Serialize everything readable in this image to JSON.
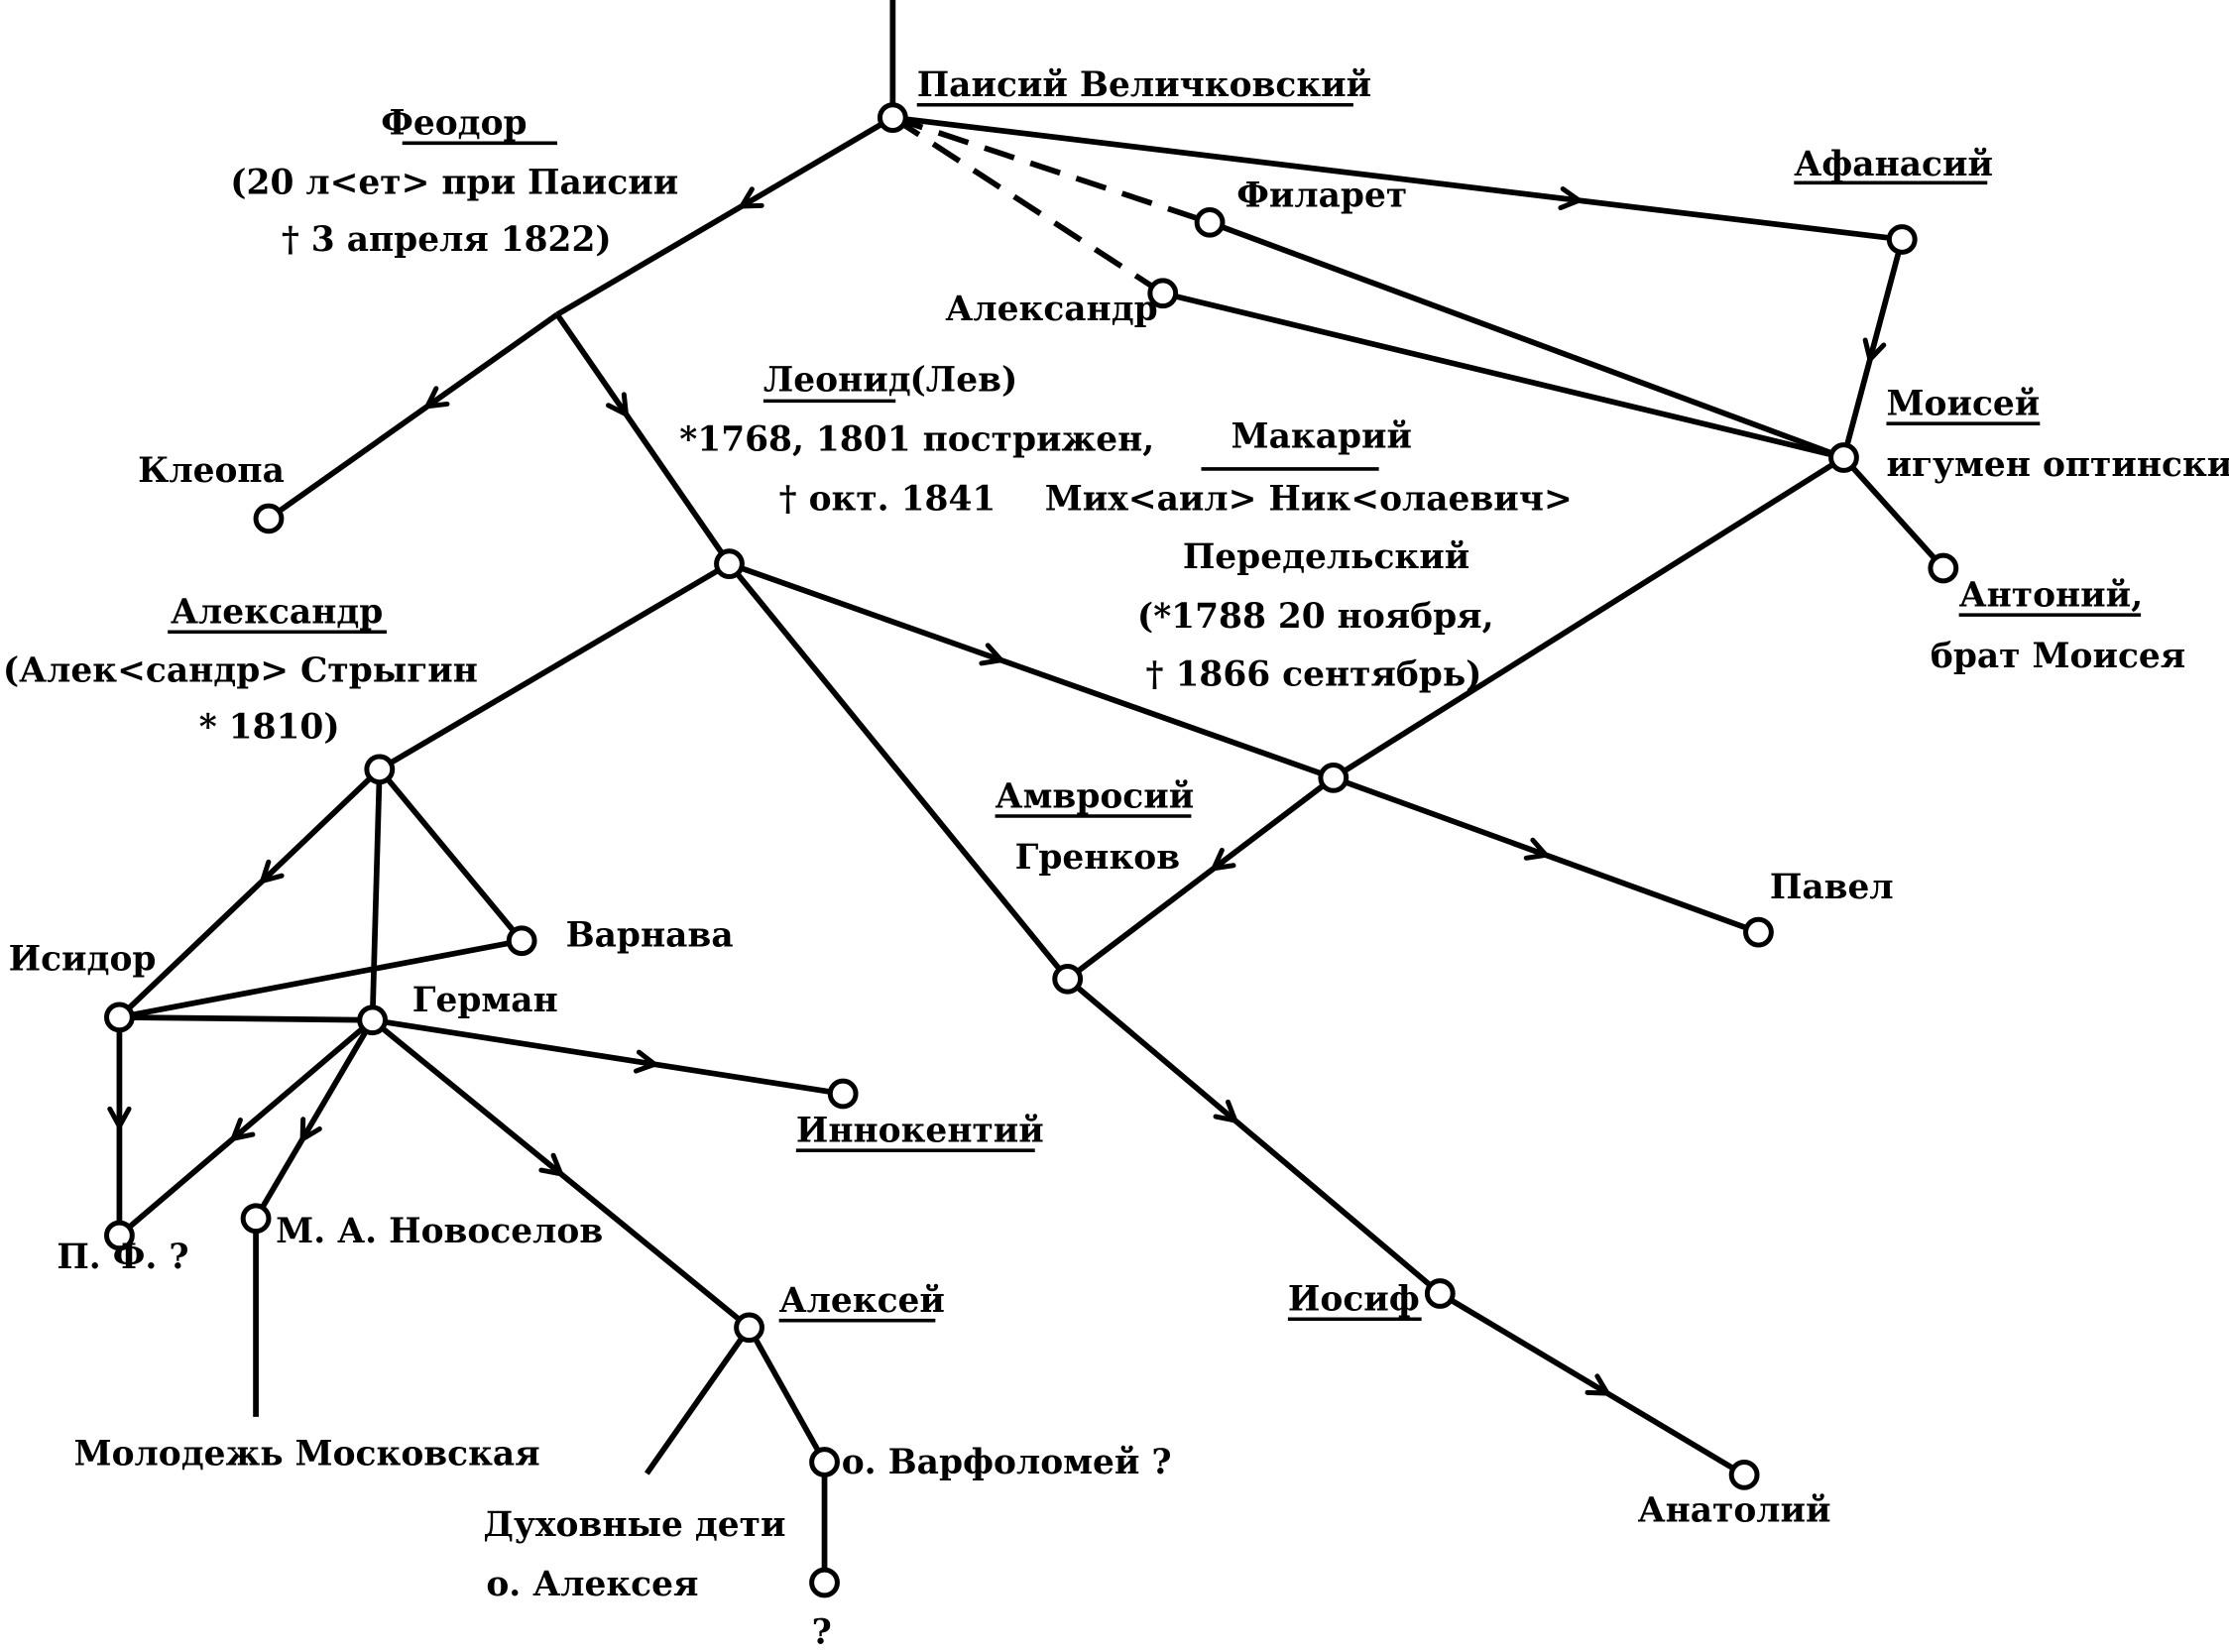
{
  "diagram": {
    "title": "Преемство старцев (схема)",
    "labels": {
      "paisiy": "Паисий Величковский",
      "feodor": "Феодор",
      "feodor_note1": "(20 л<ет> при Паисии",
      "feodor_note2": "† 3 апреля 1822)",
      "filaret": "Филарет",
      "afanasiy": "Афанасий",
      "aleksandr_top": "Александр",
      "kleopa": "Клеопа",
      "leonid": "Леонид",
      "leonid_alt": "(Лев)",
      "leonid_note1": "*1768, 1801 пострижен,",
      "leonid_note2": "† окт. 1841",
      "makariy": "Макарий",
      "makariy_note1": "Мих<аил> Ник<олаевич>",
      "makariy_note2": "Передельский",
      "makariy_note3": "(*1788 20 ноября,",
      "makariy_note4": "† 1866 сентябрь)",
      "moisey": "Моисей",
      "moisey_note": "игумен оптинский",
      "antoniy": "Антоний,",
      "antoniy_note": "брат Моисея",
      "aleksandr": "Александр",
      "aleksandr_note1": "(Алек<сандр> Стрыгин",
      "aleksandr_note2": "* 1810)",
      "amvrosiy": "Амвросий",
      "amvrosiy_note": "Гренков",
      "pavel": "Павел",
      "isidor": "Исидор",
      "varnava": "Варнава",
      "german": "Герман",
      "innokentiy": "Иннокентий",
      "pf": "П. Ф. ?",
      "novoselov": "М. А. Новоселов",
      "molodezh": "Молодежь Московская",
      "aleksey": "Алексей",
      "varfolomey": "о. Варфоломей ?",
      "dukhovnye1": "Духовные дети",
      "dukhovnye2": "о. Алексея",
      "unknown": "?",
      "iosif": "Иосиф",
      "anatoliy": "Анатолий"
    }
  }
}
